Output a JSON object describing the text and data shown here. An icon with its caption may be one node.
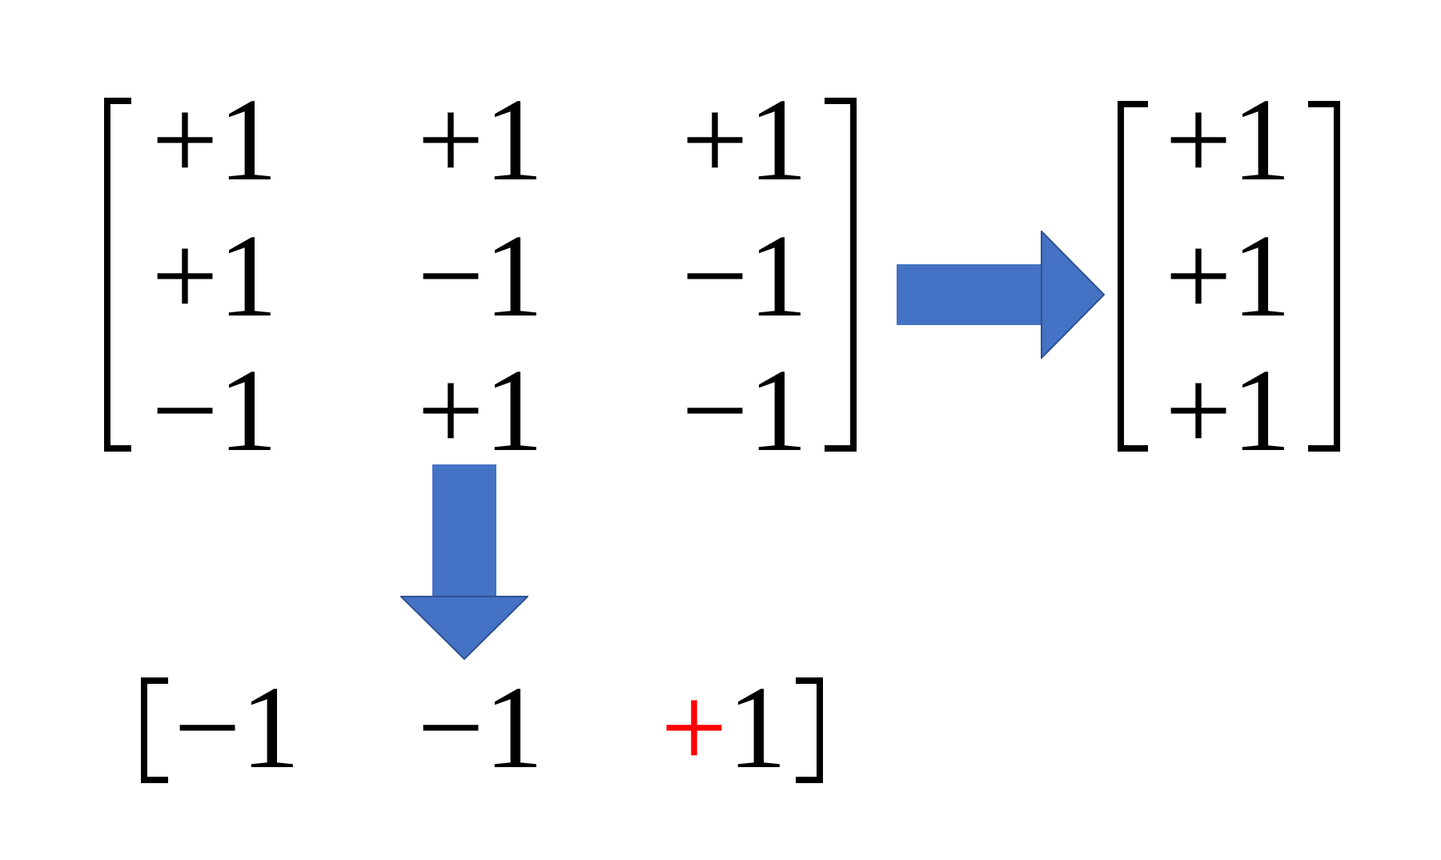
{
  "diagram": {
    "nodes": [
      {
        "text": [
          "+1",
          "+1",
          "+1",
          "+1",
          "−1",
          "−1",
          "−1",
          "+1",
          "−1"
        ]
      },
      {
        "text": [
          "+1",
          "+1",
          "+1"
        ]
      },
      {
        "text": [
          "−1",
          "−1",
          "+1"
        ]
      }
    ],
    "edges": [
      {
        "from": 0,
        "to": 1,
        "arrow": "to"
      },
      {
        "from": 0,
        "to": 2,
        "arrow": "to"
      }
    ]
  }
}
